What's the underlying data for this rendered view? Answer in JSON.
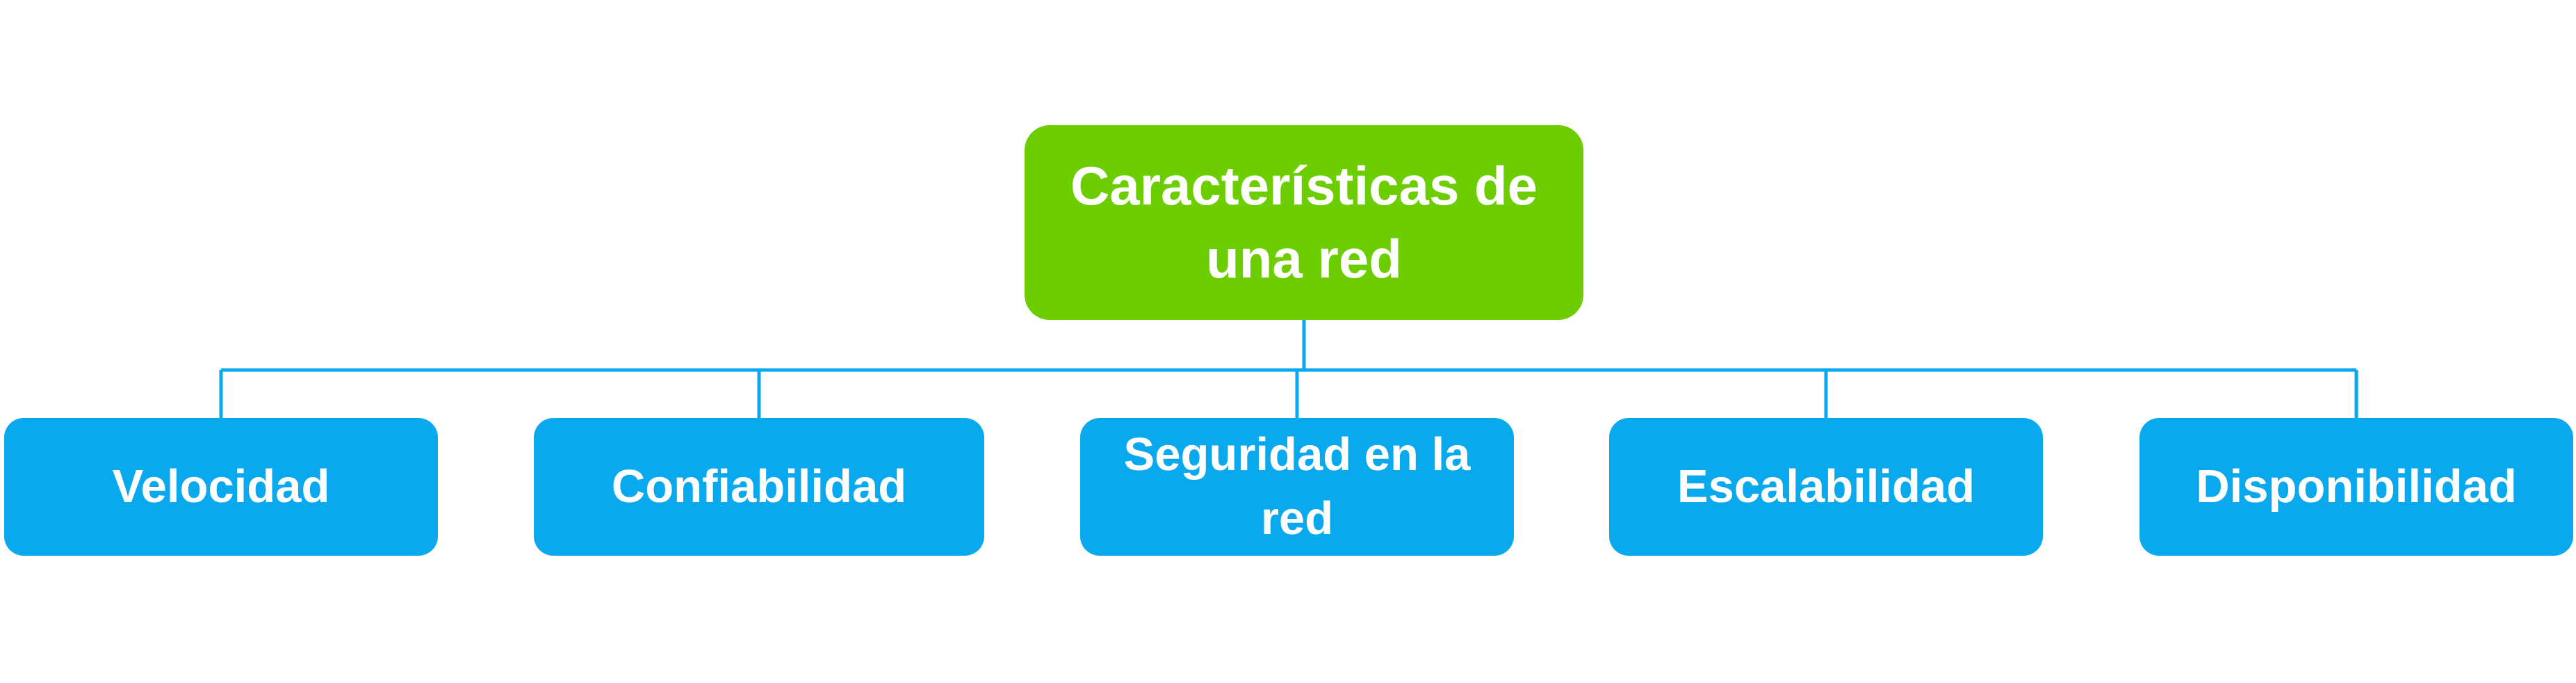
{
  "colors": {
    "root_fill": "#6ccd00",
    "child_fill": "#0aa9ee",
    "connector": "#0aa9ee",
    "text": "#ffffff"
  },
  "root": {
    "label": "Características de una red"
  },
  "children": [
    {
      "label": "Velocidad"
    },
    {
      "label": "Confiabilidad"
    },
    {
      "label": "Seguridad en la red"
    },
    {
      "label": "Escalabilidad"
    },
    {
      "label": "Disponibilidad"
    }
  ]
}
